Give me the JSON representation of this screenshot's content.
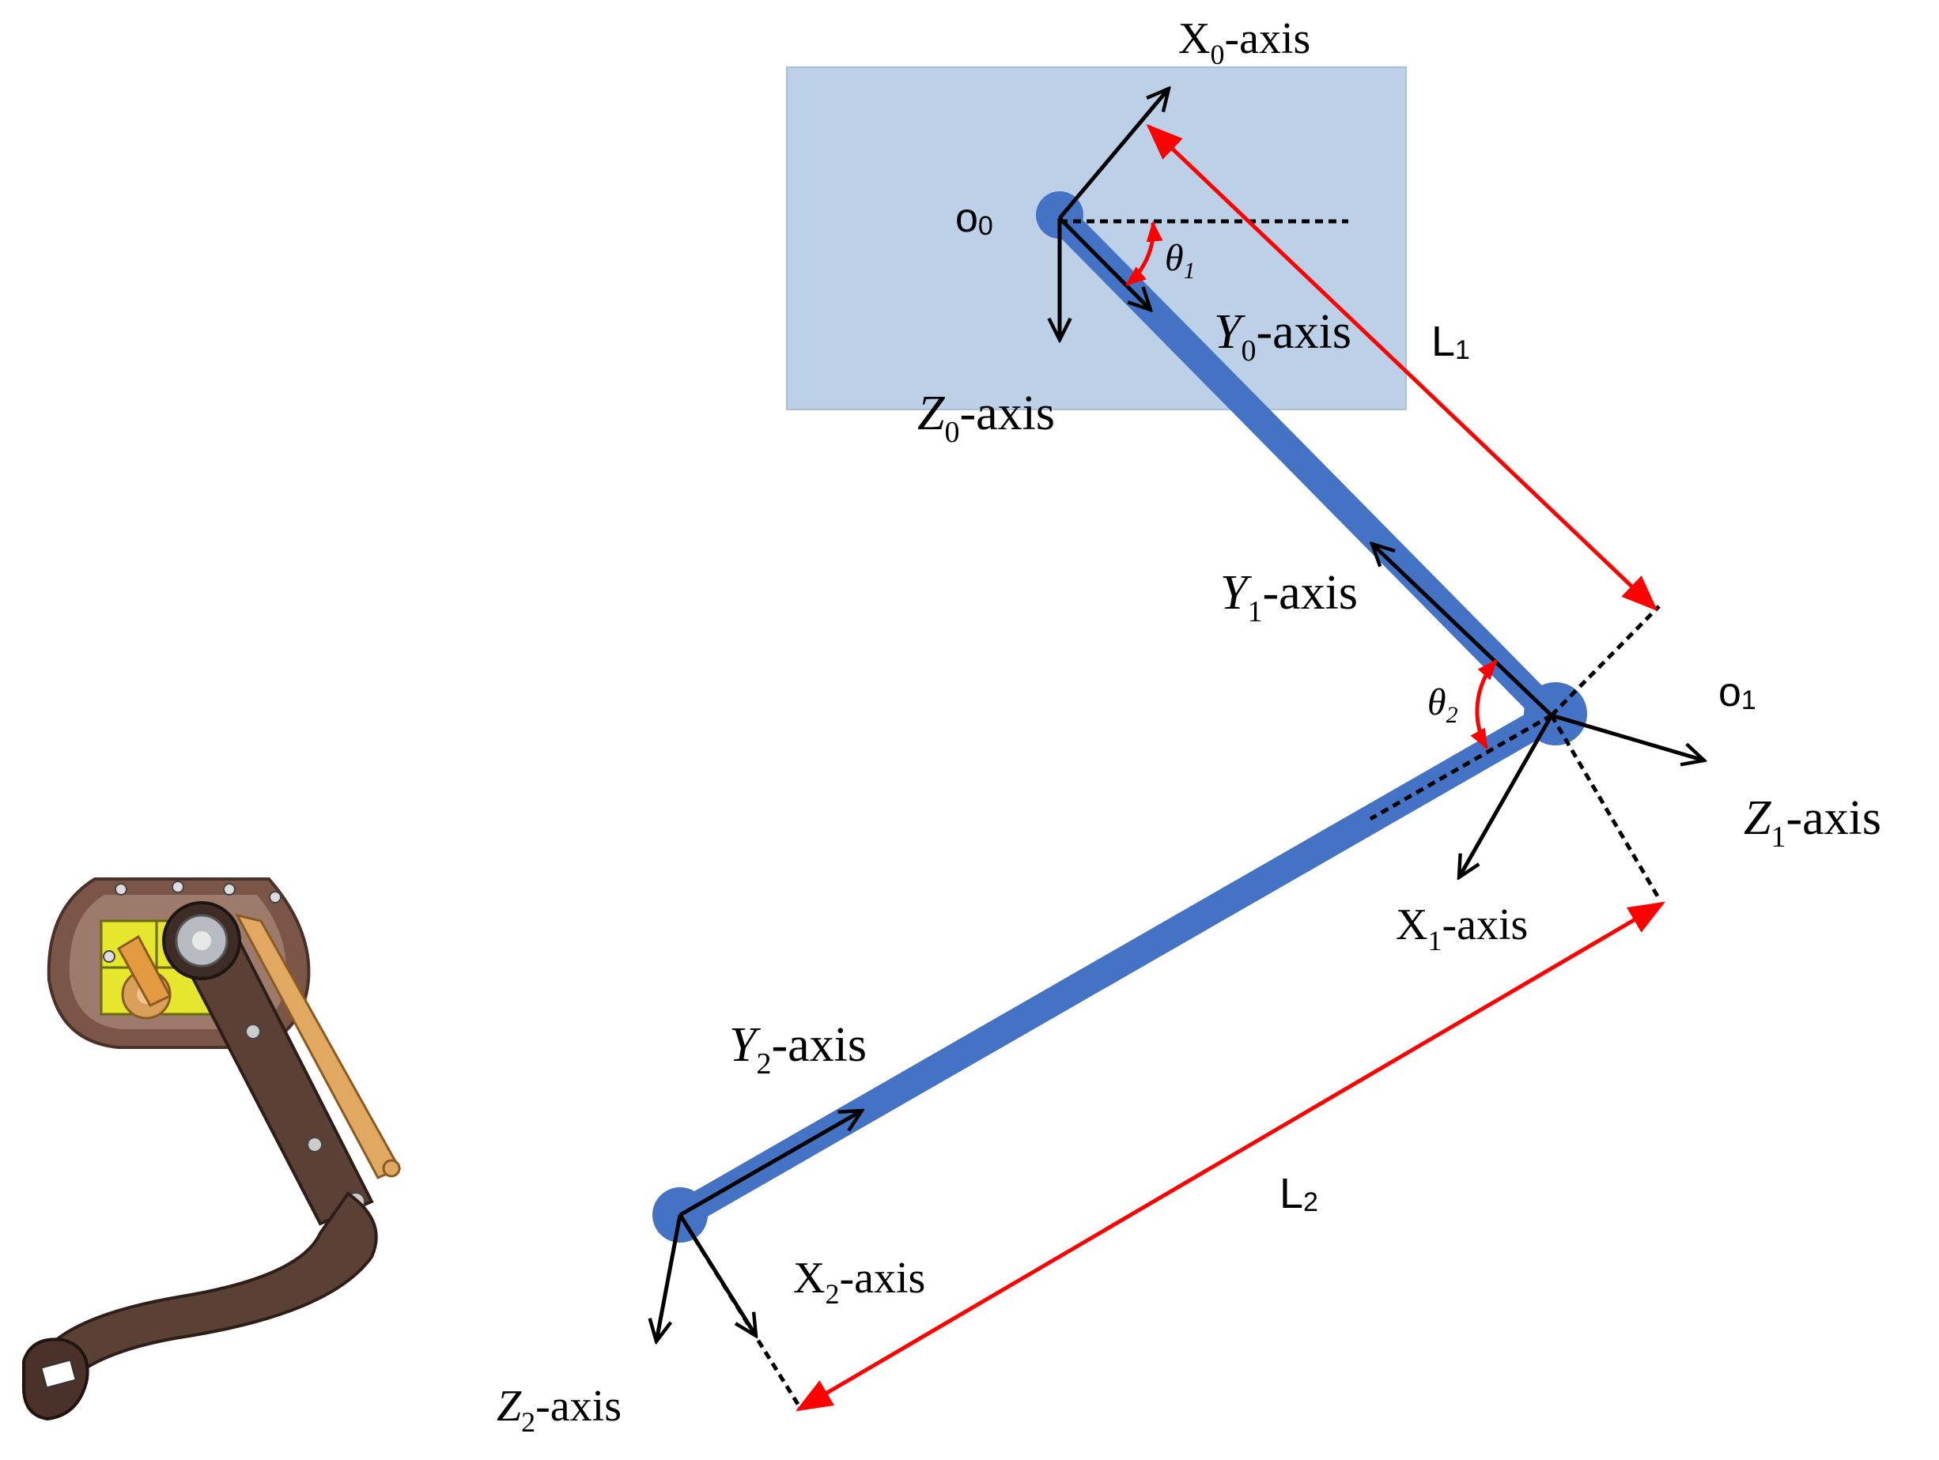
{
  "origins": {
    "o0": "o",
    "o0_sub": "0",
    "o1": "o",
    "o1_sub": "1"
  },
  "lengths": {
    "l1": "L",
    "l1_sub": "1",
    "l2": "L",
    "l2_sub": "2"
  },
  "angles": {
    "theta1": "θ",
    "theta1_sub": "1",
    "theta2": "θ",
    "theta2_sub": "2"
  },
  "axes": {
    "x0": {
      "letter": "X",
      "sub": "0",
      "suffix": "-axis"
    },
    "y0": {
      "letter": "Y",
      "sub": "0",
      "suffix": "-axis"
    },
    "z0": {
      "letter": "Z",
      "sub": "0",
      "suffix": "-axis"
    },
    "x1": {
      "letter": "X",
      "sub": "1",
      "suffix": "-axis"
    },
    "y1": {
      "letter": "Y",
      "sub": "1",
      "suffix": "-axis"
    },
    "z1": {
      "letter": "Z",
      "sub": "1",
      "suffix": "-axis"
    },
    "x2": {
      "letter": "X",
      "sub": "2",
      "suffix": "-axis"
    },
    "y2": {
      "letter": "Y",
      "sub": "2",
      "suffix": "-axis"
    },
    "z2": {
      "letter": "Z",
      "sub": "2",
      "suffix": "-axis"
    }
  },
  "colors": {
    "link": "#4472c4",
    "base_plate": "#bcd0e8",
    "dimension": "#ff0000",
    "axis_arrow": "#000000"
  },
  "icons": {
    "device": "exoskeleton-knee-device-icon"
  }
}
